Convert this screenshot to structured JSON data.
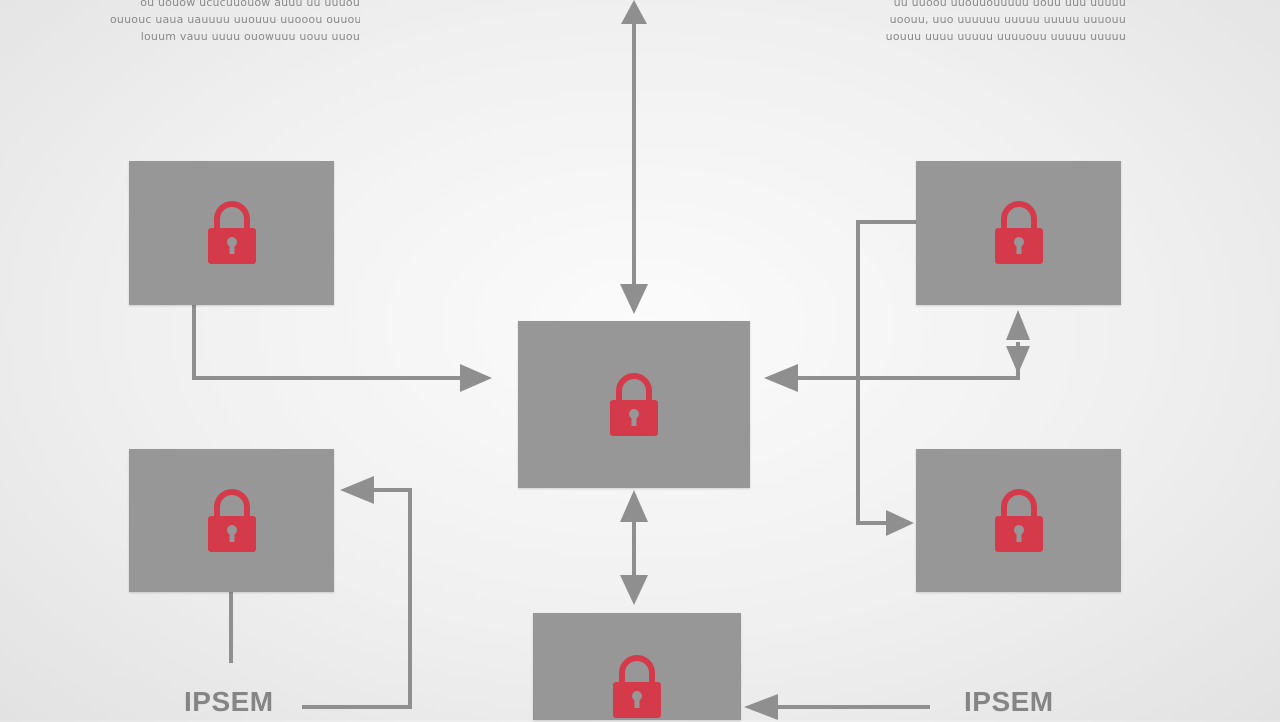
{
  "header": {
    "left_lines": [
      "ou uouow ucucuuouow auuu uu uuuou",
      "ouuouc uaua uauuuu uuouuu uuooou ouuouou",
      "louum vauu uuuu ouowuuu uouu uuou"
    ],
    "right_lines": [
      "uu uuoou uuouuouuuuu uouu uuu uuuuu",
      "uoouu, uuo uuuuuu uuuuu uuuuu uuuouu",
      "uouuu uuuu uuuuu uuuuouu uuuuu uuuuu"
    ]
  },
  "labels": {
    "bottom_left": "IPSEM",
    "bottom_right": "IPSEM"
  },
  "nodes": [
    {
      "id": "center",
      "icon": "padlock-icon"
    },
    {
      "id": "top-left",
      "icon": "padlock-icon"
    },
    {
      "id": "middle-left",
      "icon": "padlock-icon"
    },
    {
      "id": "top-right",
      "icon": "padlock-icon"
    },
    {
      "id": "middle-right",
      "icon": "padlock-icon"
    },
    {
      "id": "bottom-center",
      "icon": "padlock-icon"
    }
  ],
  "colors": {
    "node_fill": "#979797",
    "lock": "#d43a4a",
    "wire": "#8f8f8f",
    "background": "#f4f4f4"
  }
}
